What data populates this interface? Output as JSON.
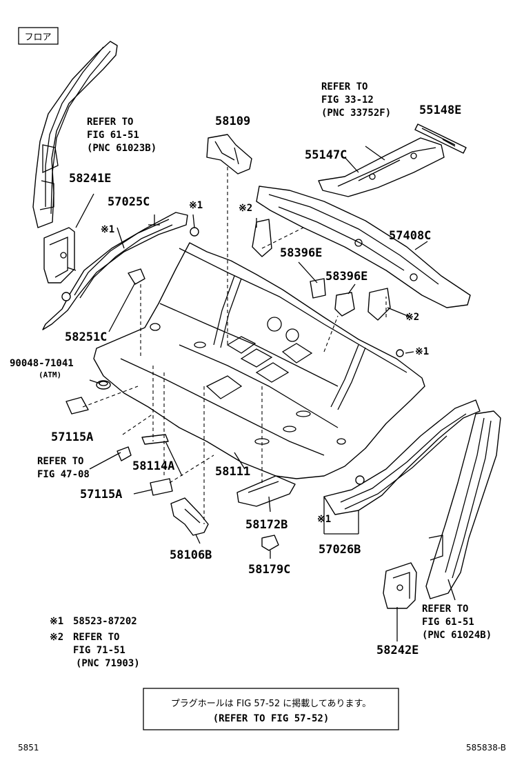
{
  "header": {
    "section_label": "フロア"
  },
  "footer": {
    "left_code": "5851",
    "right_code": "585838-B"
  },
  "notes": {
    "note1": {
      "mark": "※1",
      "text": "58523-87202"
    },
    "note2": {
      "mark": "※2",
      "line1": "REFER TO",
      "line2": "FIG 71-51",
      "line3": "(PNC 71903)"
    }
  },
  "notice_box": {
    "line1": "プラグホールは FIG 57-52 に掲載してあります。",
    "line2": "(REFER TO FIG 57-52)"
  },
  "callouts": {
    "ref_top_left": {
      "line1": "REFER TO",
      "line2": "FIG 61-51",
      "line3": "(PNC 61023B)"
    },
    "ref_top_center": {
      "line1": "REFER TO",
      "line2": "FIG 33-12",
      "line3": "(PNC 33752F)"
    },
    "ref_bottom_right": {
      "line1": "REFER TO",
      "line2": "FIG 61-51",
      "line3": "(PNC 61024B)"
    },
    "ref_fig_47": {
      "line1": "REFER TO",
      "line2": "FIG 47-08"
    }
  },
  "marks": {
    "m1": "※1",
    "m2": "※2"
  },
  "parts": {
    "p58241e": "58241E",
    "p57025c": "57025C",
    "p58109": "58109",
    "p55147c": "55147C",
    "p55148e": "55148E",
    "p57408c": "57408C",
    "p58396e_a": "58396E",
    "p58396e_b": "58396E",
    "p58251c": "58251C",
    "p90048": "90048-71041",
    "p90048_sub": "(ATM)",
    "p57115a_a": "57115A",
    "p57115a_b": "57115A",
    "p58114a": "58114A",
    "p58111": "58111",
    "p58172b": "58172B",
    "p58106b": "58106B",
    "p58179c": "58179C",
    "p57026b": "57026B",
    "p58242e": "58242E"
  }
}
